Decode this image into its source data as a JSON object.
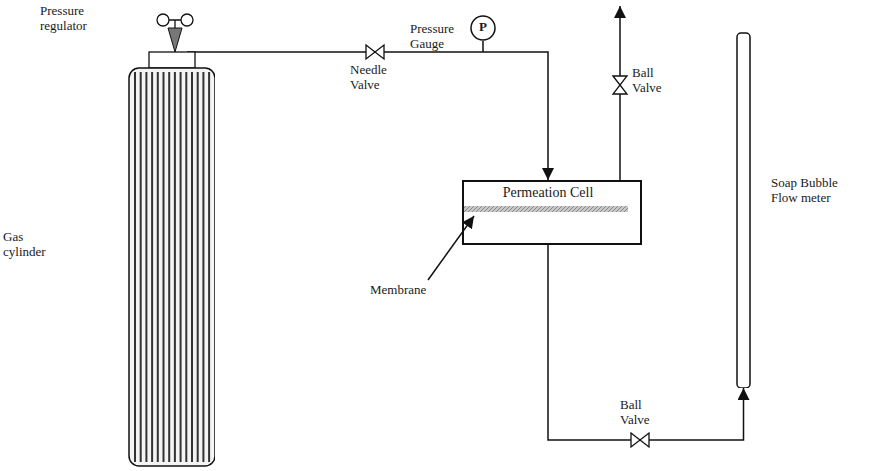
{
  "diagram": {
    "nodes": [
      {
        "text": [
          "Gas cylinder"
        ]
      },
      {
        "text": [
          "P"
        ]
      },
      {
        "text": [
          "Permeation Cell"
        ]
      },
      {
        "text": [
          "Soap Bubble Flow meter"
        ]
      }
    ],
    "edges": [
      {
        "from": 0,
        "to": 2,
        "arrow": "to"
      },
      {
        "from": 2,
        "to": 3,
        "arrow": "to"
      }
    ],
    "labels": [
      "Pressure regulator",
      "Pressure Gauge",
      "Needle Valve",
      "Ball Valve",
      "Membrane",
      "Ball Valve"
    ]
  }
}
